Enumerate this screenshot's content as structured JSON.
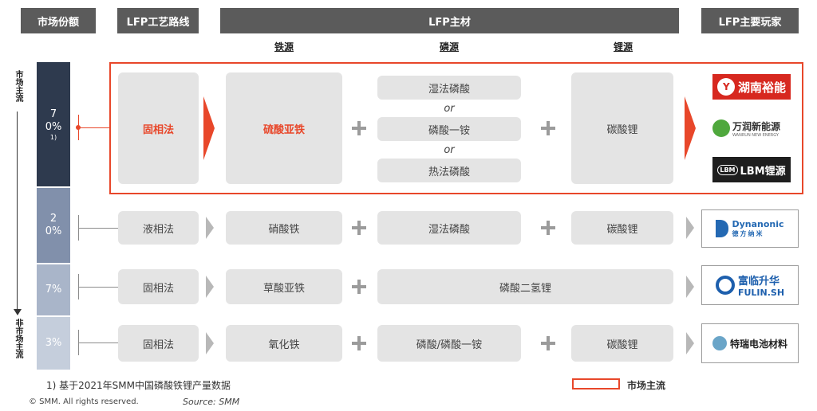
{
  "headers": {
    "market_share": "市场份额",
    "process": "LFP工艺路线",
    "materials": "LFP主材",
    "players": "LFP主要玩家"
  },
  "subheaders": {
    "iron": "铁源",
    "phosphorus": "磷源",
    "lithium": "锂源"
  },
  "side_labels": {
    "top": "市场主流",
    "bottom": "非市场主流"
  },
  "shares": [
    "70%",
    "20%",
    "7%",
    "3%"
  ],
  "share_footnote_mark": "1)",
  "rows": [
    {
      "process": "固相法",
      "iron": "硫酸亚铁",
      "phosphorus": [
        "湿法磷酸",
        "磷酸一铵",
        "热法磷酸"
      ],
      "or_label": "or",
      "lithium": "碳酸锂"
    },
    {
      "process": "液相法",
      "iron": "硝酸铁",
      "phosphorus": "湿法磷酸",
      "lithium": "碳酸锂"
    },
    {
      "process": "固相法",
      "iron": "草酸亚铁",
      "phosphorus_lithium": "磷酸二氢锂"
    },
    {
      "process": "固相法",
      "iron": "氧化铁",
      "phosphorus": "磷酸/磷酸一铵",
      "lithium": "碳酸锂"
    }
  ],
  "players": {
    "hunan_yuneng": "湖南裕能",
    "wanrun_cn": "万润新能源",
    "wanrun_en": "WANRUN NEW ENERGY",
    "lbm": "LBM锂源",
    "lbm_mark": "LBM",
    "dynanonic_en": "Dynanonic",
    "dynanonic_cn": "德方纳米",
    "fulin_cn": "富临升华",
    "fulin_en": "FULIN.SH",
    "terui": "特瑞电池材料"
  },
  "footnote": "1) 基于2021年SMM中国磷酸铁锂产量数据",
  "legend_label": "市场主流",
  "copyright": "© SMM. All rights reserved.",
  "source": "Source: SMM",
  "colors": {
    "accent_red": "#e8472a",
    "header_grey": "#5b5b5b",
    "share_70": "#2e3a4e",
    "share_20": "#8190ab",
    "share_7": "#a9b5c9",
    "share_3": "#c5cedc"
  }
}
